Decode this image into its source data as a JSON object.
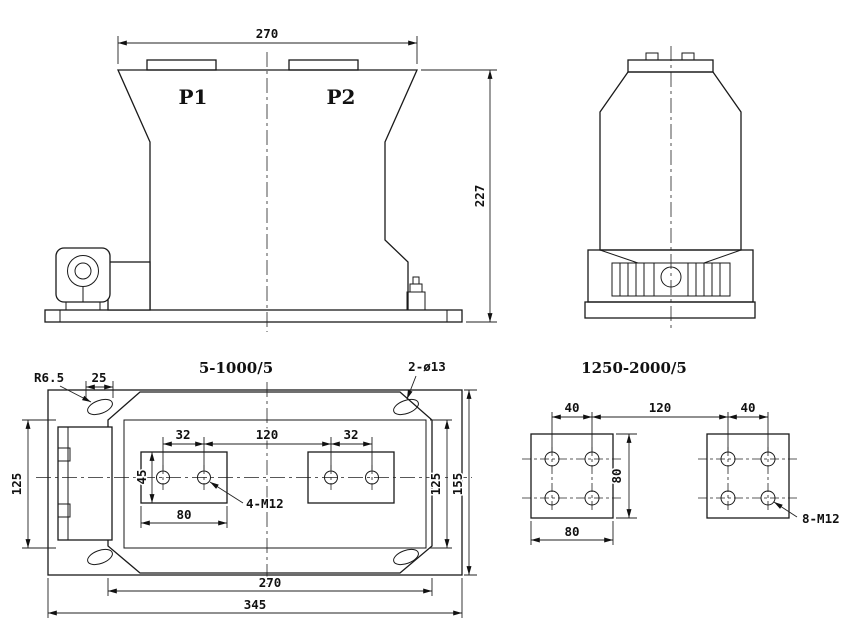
{
  "colors": {
    "ink": "#1a1a1a",
    "paper": "#ffffff"
  },
  "front_view": {
    "label_p1": "P1",
    "label_p2": "P2",
    "dim_width": "270",
    "dim_height": "227"
  },
  "plan_view": {
    "title": "5-1000/5",
    "dim_radius": "R6.5",
    "dim_offset": "25",
    "dim_corner_holes": "2-ø13",
    "dim_pitch_left": "32",
    "dim_pitch_center": "120",
    "dim_pitch_right": "32",
    "dim_pad_height": "45",
    "dim_pad_width": "80",
    "label_pad_bolts": "4-M12",
    "dim_inner_left": "125",
    "dim_inner_right": "125",
    "dim_plate_height": "155",
    "dim_body_width": "270",
    "dim_plate_width": "345"
  },
  "terminal_view": {
    "title": "1250-2000/5",
    "dim_pitch_left": "40",
    "dim_gap": "120",
    "dim_pitch_right": "40",
    "dim_height": "80",
    "dim_width": "80",
    "label_bolts": "8-M12"
  }
}
